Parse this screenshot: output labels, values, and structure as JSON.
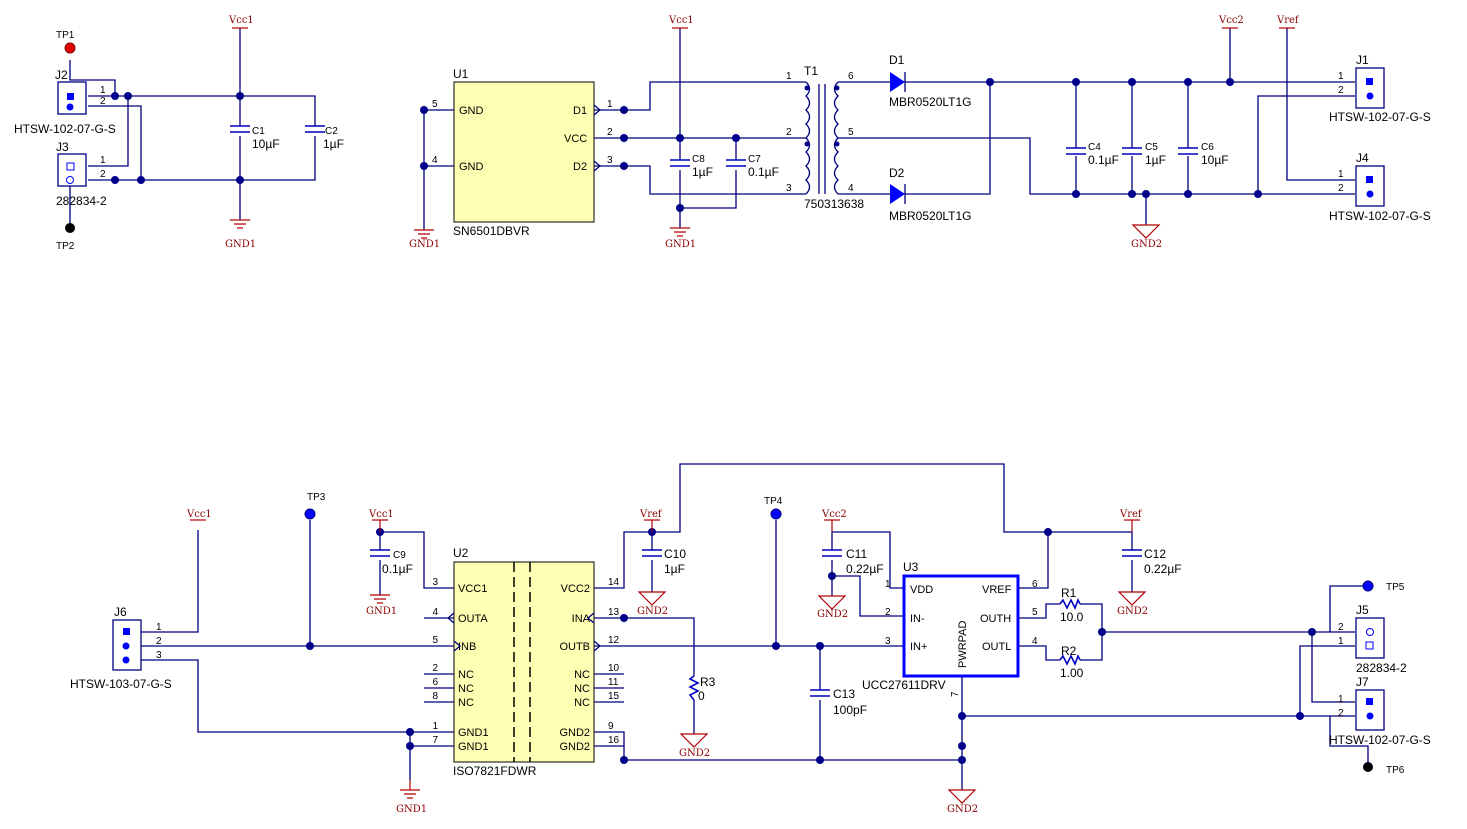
{
  "power": {
    "vcc1": "Vcc1",
    "vcc2": "Vcc2",
    "vref": "Vref",
    "gnd1": "GND1",
    "gnd2": "GND2"
  },
  "testpoints": {
    "tp1": "TP1",
    "tp2": "TP2",
    "tp3": "TP3",
    "tp4": "TP4",
    "tp5": "TP5",
    "tp6": "TP6"
  },
  "connectors": {
    "j1": {
      "ref": "J1",
      "part": "HTSW-102-07-G-S",
      "pins": [
        "1",
        "2"
      ]
    },
    "j2": {
      "ref": "J2",
      "part": "HTSW-102-07-G-S",
      "pins": [
        "1",
        "2"
      ]
    },
    "j3": {
      "ref": "J3",
      "part": "282834-2",
      "pins": [
        "1",
        "2"
      ]
    },
    "j4": {
      "ref": "J4",
      "part": "HTSW-102-07-G-S",
      "pins": [
        "1",
        "2"
      ]
    },
    "j5": {
      "ref": "J5",
      "part": "282834-2",
      "pins": [
        "2",
        "1"
      ]
    },
    "j6": {
      "ref": "J6",
      "part": "HTSW-103-07-G-S",
      "pins": [
        "1",
        "2",
        "3"
      ]
    },
    "j7": {
      "ref": "J7",
      "part": "HTSW-102-07-G-S",
      "pins": [
        "1",
        "2"
      ]
    }
  },
  "capacitors": {
    "c1": {
      "ref": "C1",
      "value": "10µF"
    },
    "c2": {
      "ref": "C2",
      "value": "1µF"
    },
    "c4": {
      "ref": "C4",
      "value": "0.1µF"
    },
    "c5": {
      "ref": "C5",
      "value": "1µF"
    },
    "c6": {
      "ref": "C6",
      "value": "10µF"
    },
    "c7": {
      "ref": "C7",
      "value": "0.1µF"
    },
    "c8": {
      "ref": "C8",
      "value": "1µF"
    },
    "c9": {
      "ref": "C9",
      "value": "0.1µF"
    },
    "c10": {
      "ref": "C10",
      "value": "1µF"
    },
    "c11": {
      "ref": "C11",
      "value": "0.22µF"
    },
    "c12": {
      "ref": "C12",
      "value": "0.22µF"
    },
    "c13": {
      "ref": "C13",
      "value": "100pF"
    }
  },
  "resistors": {
    "r1": {
      "ref": "R1",
      "value": "10.0"
    },
    "r2": {
      "ref": "R2",
      "value": "1.00"
    },
    "r3": {
      "ref": "R3",
      "value": "0"
    }
  },
  "diodes": {
    "d1": {
      "ref": "D1",
      "part": "MBR0520LT1G"
    },
    "d2": {
      "ref": "D2",
      "part": "MBR0520LT1G"
    }
  },
  "transformer": {
    "ref": "T1",
    "part": "750313638",
    "pins": [
      "1",
      "2",
      "3",
      "6",
      "5",
      "4"
    ]
  },
  "u1": {
    "ref": "U1",
    "part": "SN6501DBVR",
    "left": [
      {
        "num": "5",
        "name": "GND"
      },
      {
        "num": "4",
        "name": "GND"
      }
    ],
    "right": [
      {
        "num": "1",
        "name": "D1"
      },
      {
        "num": "2",
        "name": "VCC"
      },
      {
        "num": "3",
        "name": "D2"
      }
    ]
  },
  "u2": {
    "ref": "U2",
    "part": "ISO7821FDWR",
    "left": [
      {
        "num": "3",
        "name": "VCC1"
      },
      {
        "num": "4",
        "name": "OUTA"
      },
      {
        "num": "5",
        "name": "INB"
      },
      {
        "num": "2",
        "name": "NC"
      },
      {
        "num": "6",
        "name": "NC"
      },
      {
        "num": "8",
        "name": "NC"
      },
      {
        "num": "1",
        "name": "GND1"
      },
      {
        "num": "7",
        "name": "GND1"
      }
    ],
    "right": [
      {
        "num": "14",
        "name": "VCC2"
      },
      {
        "num": "13",
        "name": "INA"
      },
      {
        "num": "12",
        "name": "OUTB"
      },
      {
        "num": "10",
        "name": "NC"
      },
      {
        "num": "11",
        "name": "NC"
      },
      {
        "num": "15",
        "name": "NC"
      },
      {
        "num": "9",
        "name": "GND2"
      },
      {
        "num": "16",
        "name": "GND2"
      }
    ]
  },
  "u3": {
    "ref": "U3",
    "part": "UCC27611DRV",
    "left": [
      {
        "num": "1",
        "name": "VDD"
      },
      {
        "num": "2",
        "name": "IN-"
      },
      {
        "num": "3",
        "name": "IN+"
      }
    ],
    "right": [
      {
        "num": "6",
        "name": "VREF"
      },
      {
        "num": "5",
        "name": "OUTH"
      },
      {
        "num": "4",
        "name": "OUTL"
      }
    ],
    "pad": {
      "num": "7",
      "name": "PWRPAD"
    }
  }
}
